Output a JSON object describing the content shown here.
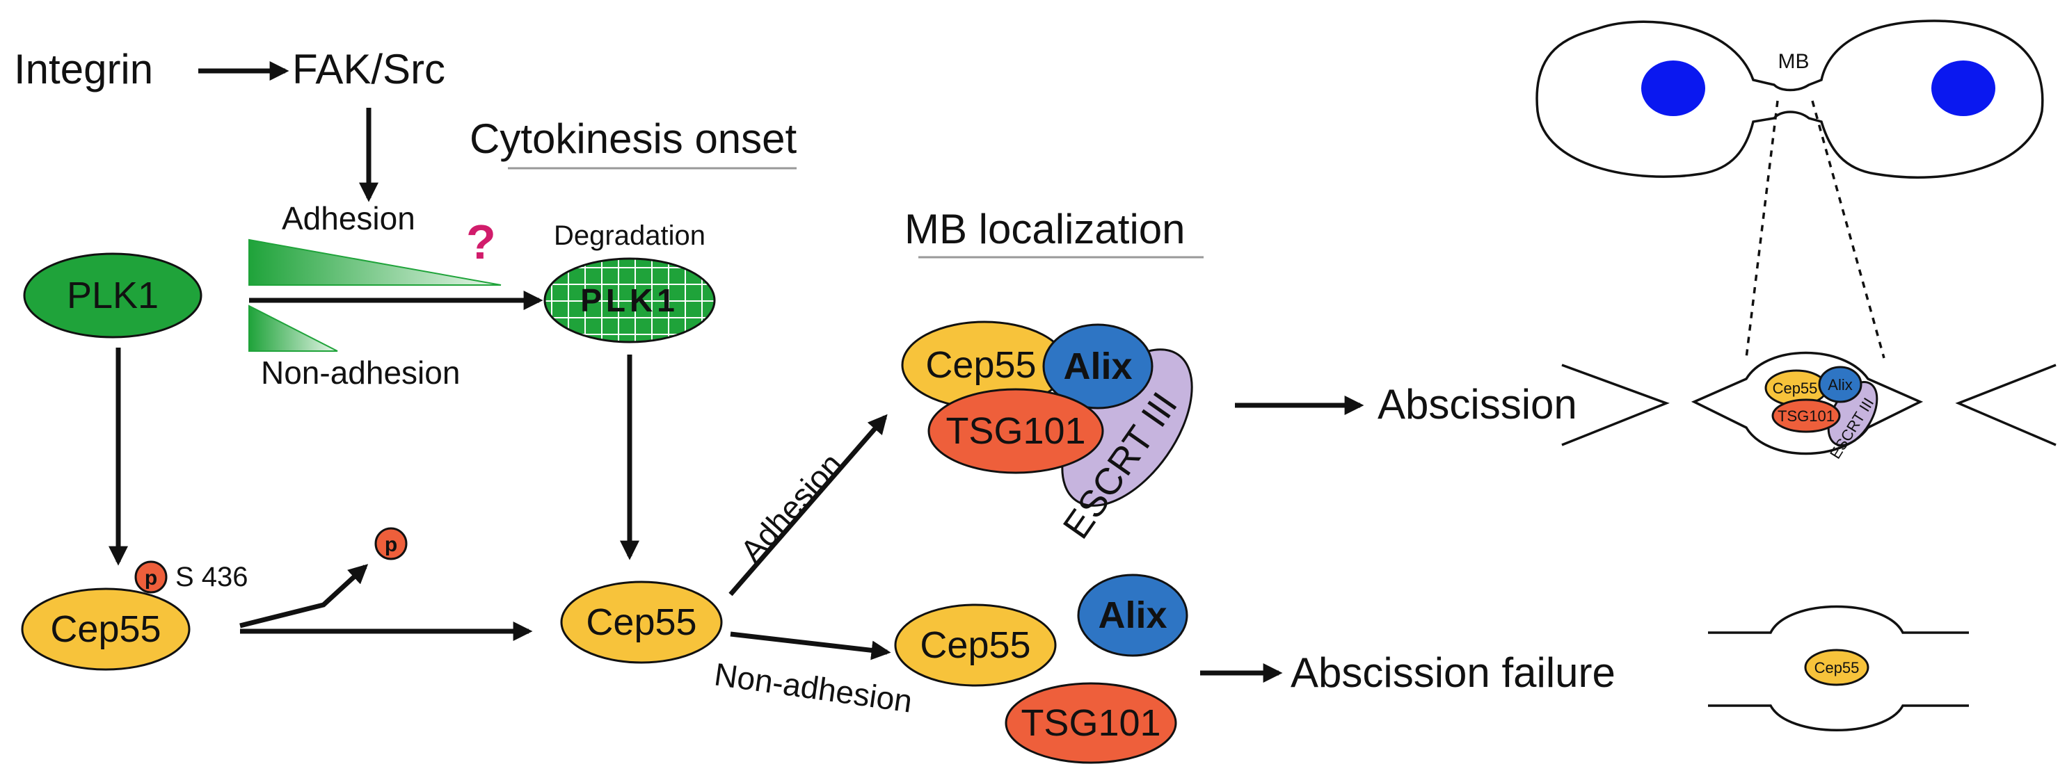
{
  "colors": {
    "plk1_green": "#1FA33A",
    "cep55_yellow": "#F7C33B",
    "tsg101_red": "#EE5F3B",
    "alix_blue": "#2E75C4",
    "escrt_lavender": "#C6B4DE",
    "nucleus_blue": "#0A18F0",
    "question_magenta": "#D11C6B",
    "phospho_red": "#EE5F3B"
  },
  "labels": {
    "integrin": "Integrin",
    "fak_src": "FAK/Src",
    "cytokinesis_onset": "Cytokinesis onset",
    "adhesion_top": "Adhesion",
    "non_adhesion_top": "Non-adhesion",
    "question": "?",
    "degradation": "Degradation",
    "mb_localization": "MB localization",
    "mb": "MB",
    "adhesion_diag": "Adhesion",
    "non_adhesion_diag": "Non-adhesion",
    "abscission": "Abscission",
    "abscission_failure": "Abscission failure",
    "s436": "S 436",
    "p": "p"
  },
  "proteins": {
    "plk1": "PLK1",
    "plk1_degraded": "PLK1",
    "cep55": "Cep55",
    "alix": "Alix",
    "tsg101": "TSG101",
    "escrt": "ESCRT III"
  }
}
